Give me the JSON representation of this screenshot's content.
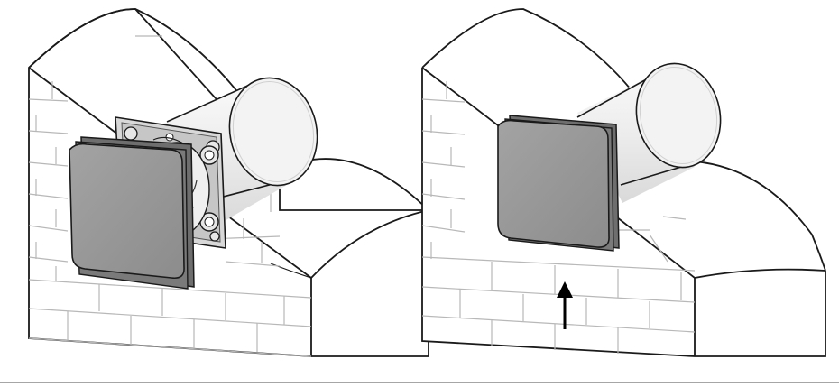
{
  "figure": {
    "panels": [
      {
        "name": "panel-left",
        "description_icons": [
          "brick-wall-icon",
          "duct-pipe-icon",
          "fan-mounting-plate-icon",
          "fan-cover-icon"
        ],
        "cover_state": "detached"
      },
      {
        "name": "panel-right",
        "description_icons": [
          "brick-wall-icon",
          "duct-pipe-icon",
          "fan-cover-icon",
          "up-arrow-icon"
        ],
        "cover_state": "attached"
      }
    ],
    "colors": {
      "line": "#1a1a1a",
      "cover_fill": "#9a9a9a",
      "pipe_fill": "#f2f2f2",
      "wall_fill": "#ffffff",
      "brick_line": "#b8b8b8",
      "plate_fill": "#d8d8d8"
    }
  }
}
